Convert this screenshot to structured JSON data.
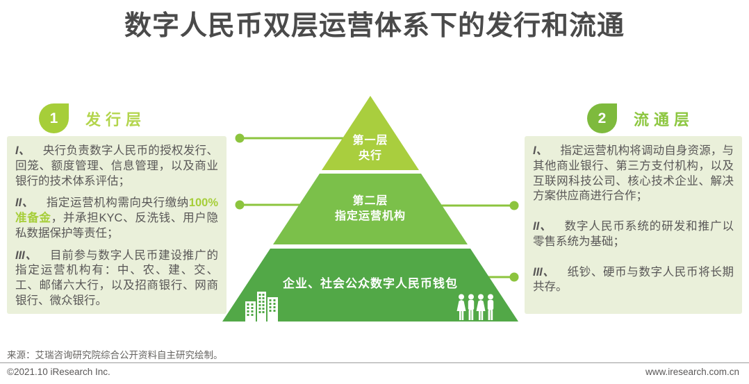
{
  "title": "数字人民币双层运营体系下的发行和流通",
  "issuance_panel": {
    "badge": "1",
    "heading": "发行层",
    "items": [
      {
        "numeral": "I、",
        "text": "央行负责数字人民币的授权发行、回笼、额度管理、信息管理，以及商业银行的技术体系评估；"
      },
      {
        "numeral": "II、",
        "text_before": "指定运营机构需向央行缴纳",
        "highlight": "100%准备金",
        "text_after": "，并承担KYC、反洗钱、用户隐私数据保护等责任；"
      },
      {
        "numeral": "III、",
        "text": "目前参与数字人民币建设推广的指定运营机构有：中、农、建、交、工、邮储六大行，以及招商银行、网商银行、微众银行。"
      }
    ]
  },
  "circulation_panel": {
    "badge": "2",
    "heading": "流通层",
    "items": [
      {
        "numeral": "I、",
        "text": "指定运营机构将调动自身资源，与其他商业银行、第三方支付机构，以及互联网科技公司、核心技术企业、解决方案供应商进行合作；"
      },
      {
        "numeral": "II、",
        "text": "数字人民币系统的研发和推广以零售系统为基础；"
      },
      {
        "numeral": "III、",
        "text": "纸钞、硬币与数字人民币将长期共存。"
      }
    ]
  },
  "pyramid": {
    "tiers": [
      {
        "line1": "第一层",
        "line2": "央行",
        "color": "#a9ce3e"
      },
      {
        "line1": "第二层",
        "line2": "指定运营机构",
        "color": "#7bc04a"
      },
      {
        "label": "企业、社会公众数字人民币钱包",
        "color": "#52a847"
      }
    ],
    "icons": [
      "buildings-icon",
      "people-icon"
    ]
  },
  "colors": {
    "badge_issuance": "#a6ce39",
    "badge_circulation": "#7eba3d",
    "heading_issuance": "#b3d54d",
    "heading_circulation": "#8cc63f",
    "panel_background": "#eaf0da",
    "body_text": "#595757",
    "highlight": "#a6ce39",
    "connector": "#8cc43e",
    "title_text": "#4a4a4a"
  },
  "footer": {
    "source": "来源：艾瑞咨询研究院综合公开资料自主研究绘制。",
    "copyright": "©2021.10 iResearch Inc.",
    "website": "www.iresearch.com.cn"
  }
}
